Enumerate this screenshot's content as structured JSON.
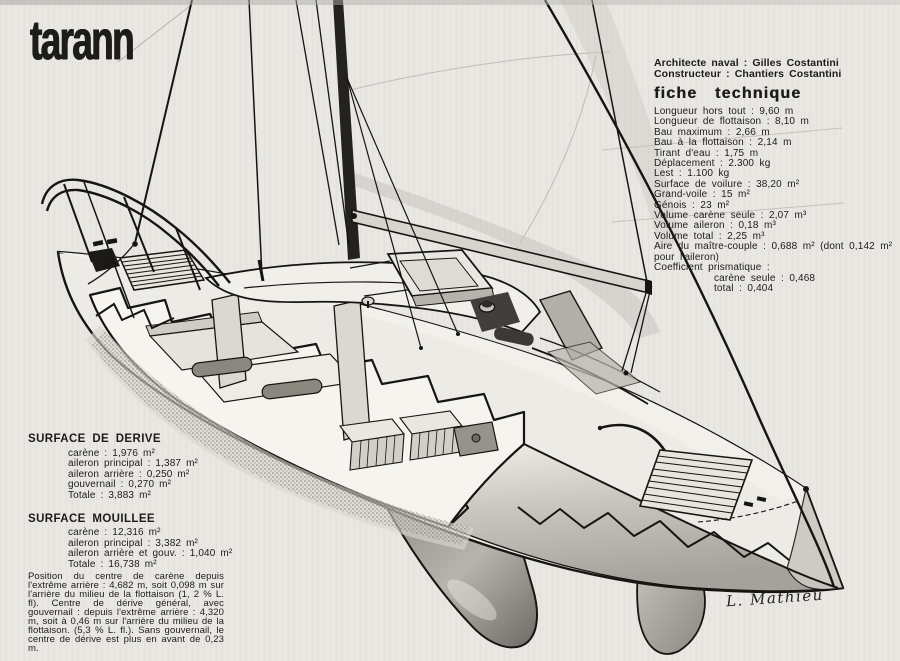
{
  "page": {
    "logo": "tarann",
    "background": "#e9e7e2",
    "ink": "#1d1c19"
  },
  "credits": {
    "lines": [
      "Architecte naval : Gilles Costantini",
      "Constructeur : Chantiers Costantini"
    ]
  },
  "fiche": {
    "title": "fiche technique",
    "specs": [
      {
        "t": "Longueur hors tout : 9,60 m"
      },
      {
        "t": "Longueur de flottaison : 8,10 m"
      },
      {
        "t": "Bau maximum : 2,66 m"
      },
      {
        "t": "Bau à la flottaison : 2,14 m"
      },
      {
        "t": "Tirant d'eau : 1,75 m"
      },
      {
        "t": "Déplacement : 2.300 kg"
      },
      {
        "t": "Lest : 1.100 kg"
      },
      {
        "t": "Surface de voilure : 38,20 m²"
      },
      {
        "t": "Grand-voile : 15 m²"
      },
      {
        "t": "Génois : 23 m²"
      },
      {
        "t": "Volume carène seule : 2,07 m³"
      },
      {
        "t": "Volume aileron : 0,18 m³"
      },
      {
        "t": "Volume total : 2,25 m³"
      },
      {
        "t": "Aire du maître-couple : 0,688 m² (dont 0,142 m² pour l'aileron)"
      },
      {
        "t": "Coefficient prismatique :"
      },
      {
        "t": "carène seule : 0,468",
        "i": true
      },
      {
        "t": "total : 0,404",
        "i": true
      }
    ]
  },
  "surface_derive": {
    "title": "SURFACE DE DERIVE",
    "items": [
      "carène : 1,976 m²",
      "aileron principal : 1,387 m²",
      "aileron arrière : 0,250 m²",
      "gouvernail : 0,270 m²",
      "Totale : 3,883 m²"
    ]
  },
  "surface_mouillee": {
    "title": "SURFACE MOUILLEE",
    "items": [
      "carène : 12,316 m²",
      "aileron principal : 3,382 m²",
      "aileron arrière et gouv. : 1,040 m²",
      "Totale : 16,738 m²"
    ]
  },
  "note": "Position du centre de carène depuis l'extrême arrière : 4,682 m, soit 0,098 m sur l'arrière du milieu de la flottaison (1, 2 % L. fl). Centre de dérive général, avec gouvernail : depuis l'extrême arrière : 4,320 m, soit à 0,46 m sur l'arrière du milieu de la flottaison. (5,3 % L. fl.). Sans gouvernail, le centre de dérive est plus en avant de 0,23 m.",
  "signature": "L. Mathieu"
}
